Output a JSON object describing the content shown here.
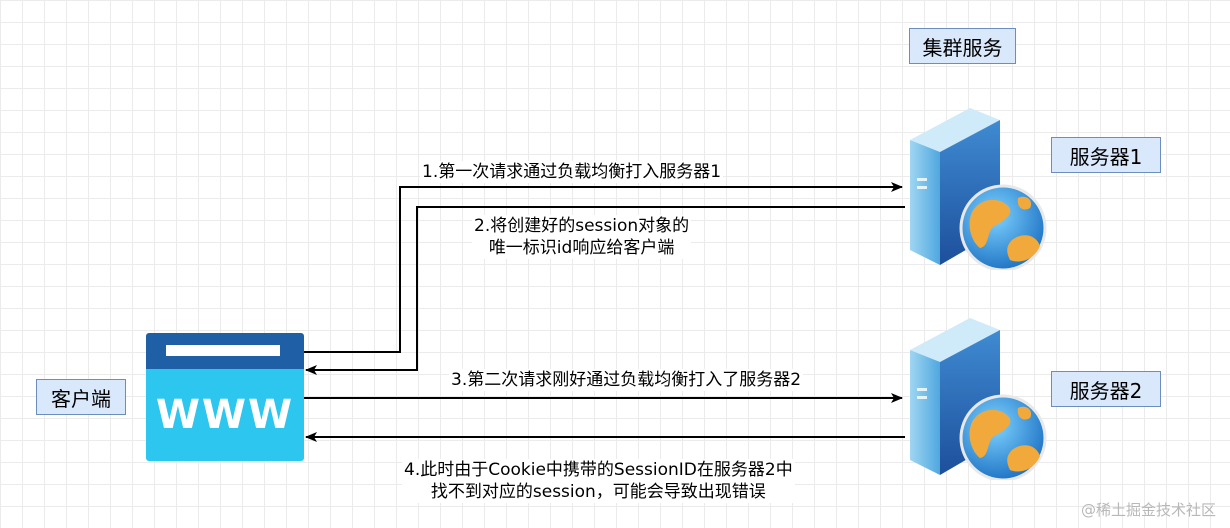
{
  "diagram": {
    "cluster_label": "集群服务",
    "client_label": "客户端",
    "server1_label": "服务器1",
    "server2_label": "服务器2",
    "browser_text": "WWW",
    "edges": {
      "step1": "1.第一次请求通过负载均衡打入服务器1",
      "step2_line1": "2.将创建好的session对象的",
      "step2_line2": "唯一标识id响应给客户端",
      "step3": "3.第二次请求刚好通过负载均衡打入了服务器2",
      "step4_line1": "4.此时由于Cookie中携带的SessionID在服务器2中",
      "step4_line2": "找不到对应的session，可能会导致出现错误"
    },
    "icons": {
      "client": "browser-www-icon",
      "server": "server-globe-icon"
    },
    "colors": {
      "box_fill": "#dae8fc",
      "box_border": "#6c8ebf",
      "browser_bar": "#1f5fa6",
      "browser_body": "#2cc6ef"
    }
  },
  "watermark": "@稀土掘金技术社区"
}
